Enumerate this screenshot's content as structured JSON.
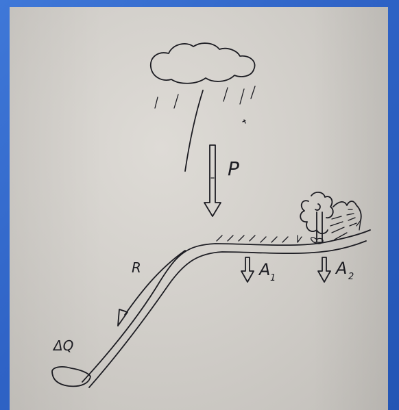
{
  "labels": {
    "precipitation": "P",
    "runoff": "R",
    "storage_change": "ΔQ",
    "infiltration_1": "A",
    "infiltration_1_sub": "1",
    "infiltration_2": "A",
    "infiltration_2_sub": "2"
  },
  "colors": {
    "ink": "#1c1c22",
    "paper": "#d6d3ce",
    "background": "#2f63c6"
  },
  "icons": [
    "cloud-icon",
    "rain-icon",
    "tree-icon",
    "shrub-icon",
    "water-pool-icon"
  ]
}
